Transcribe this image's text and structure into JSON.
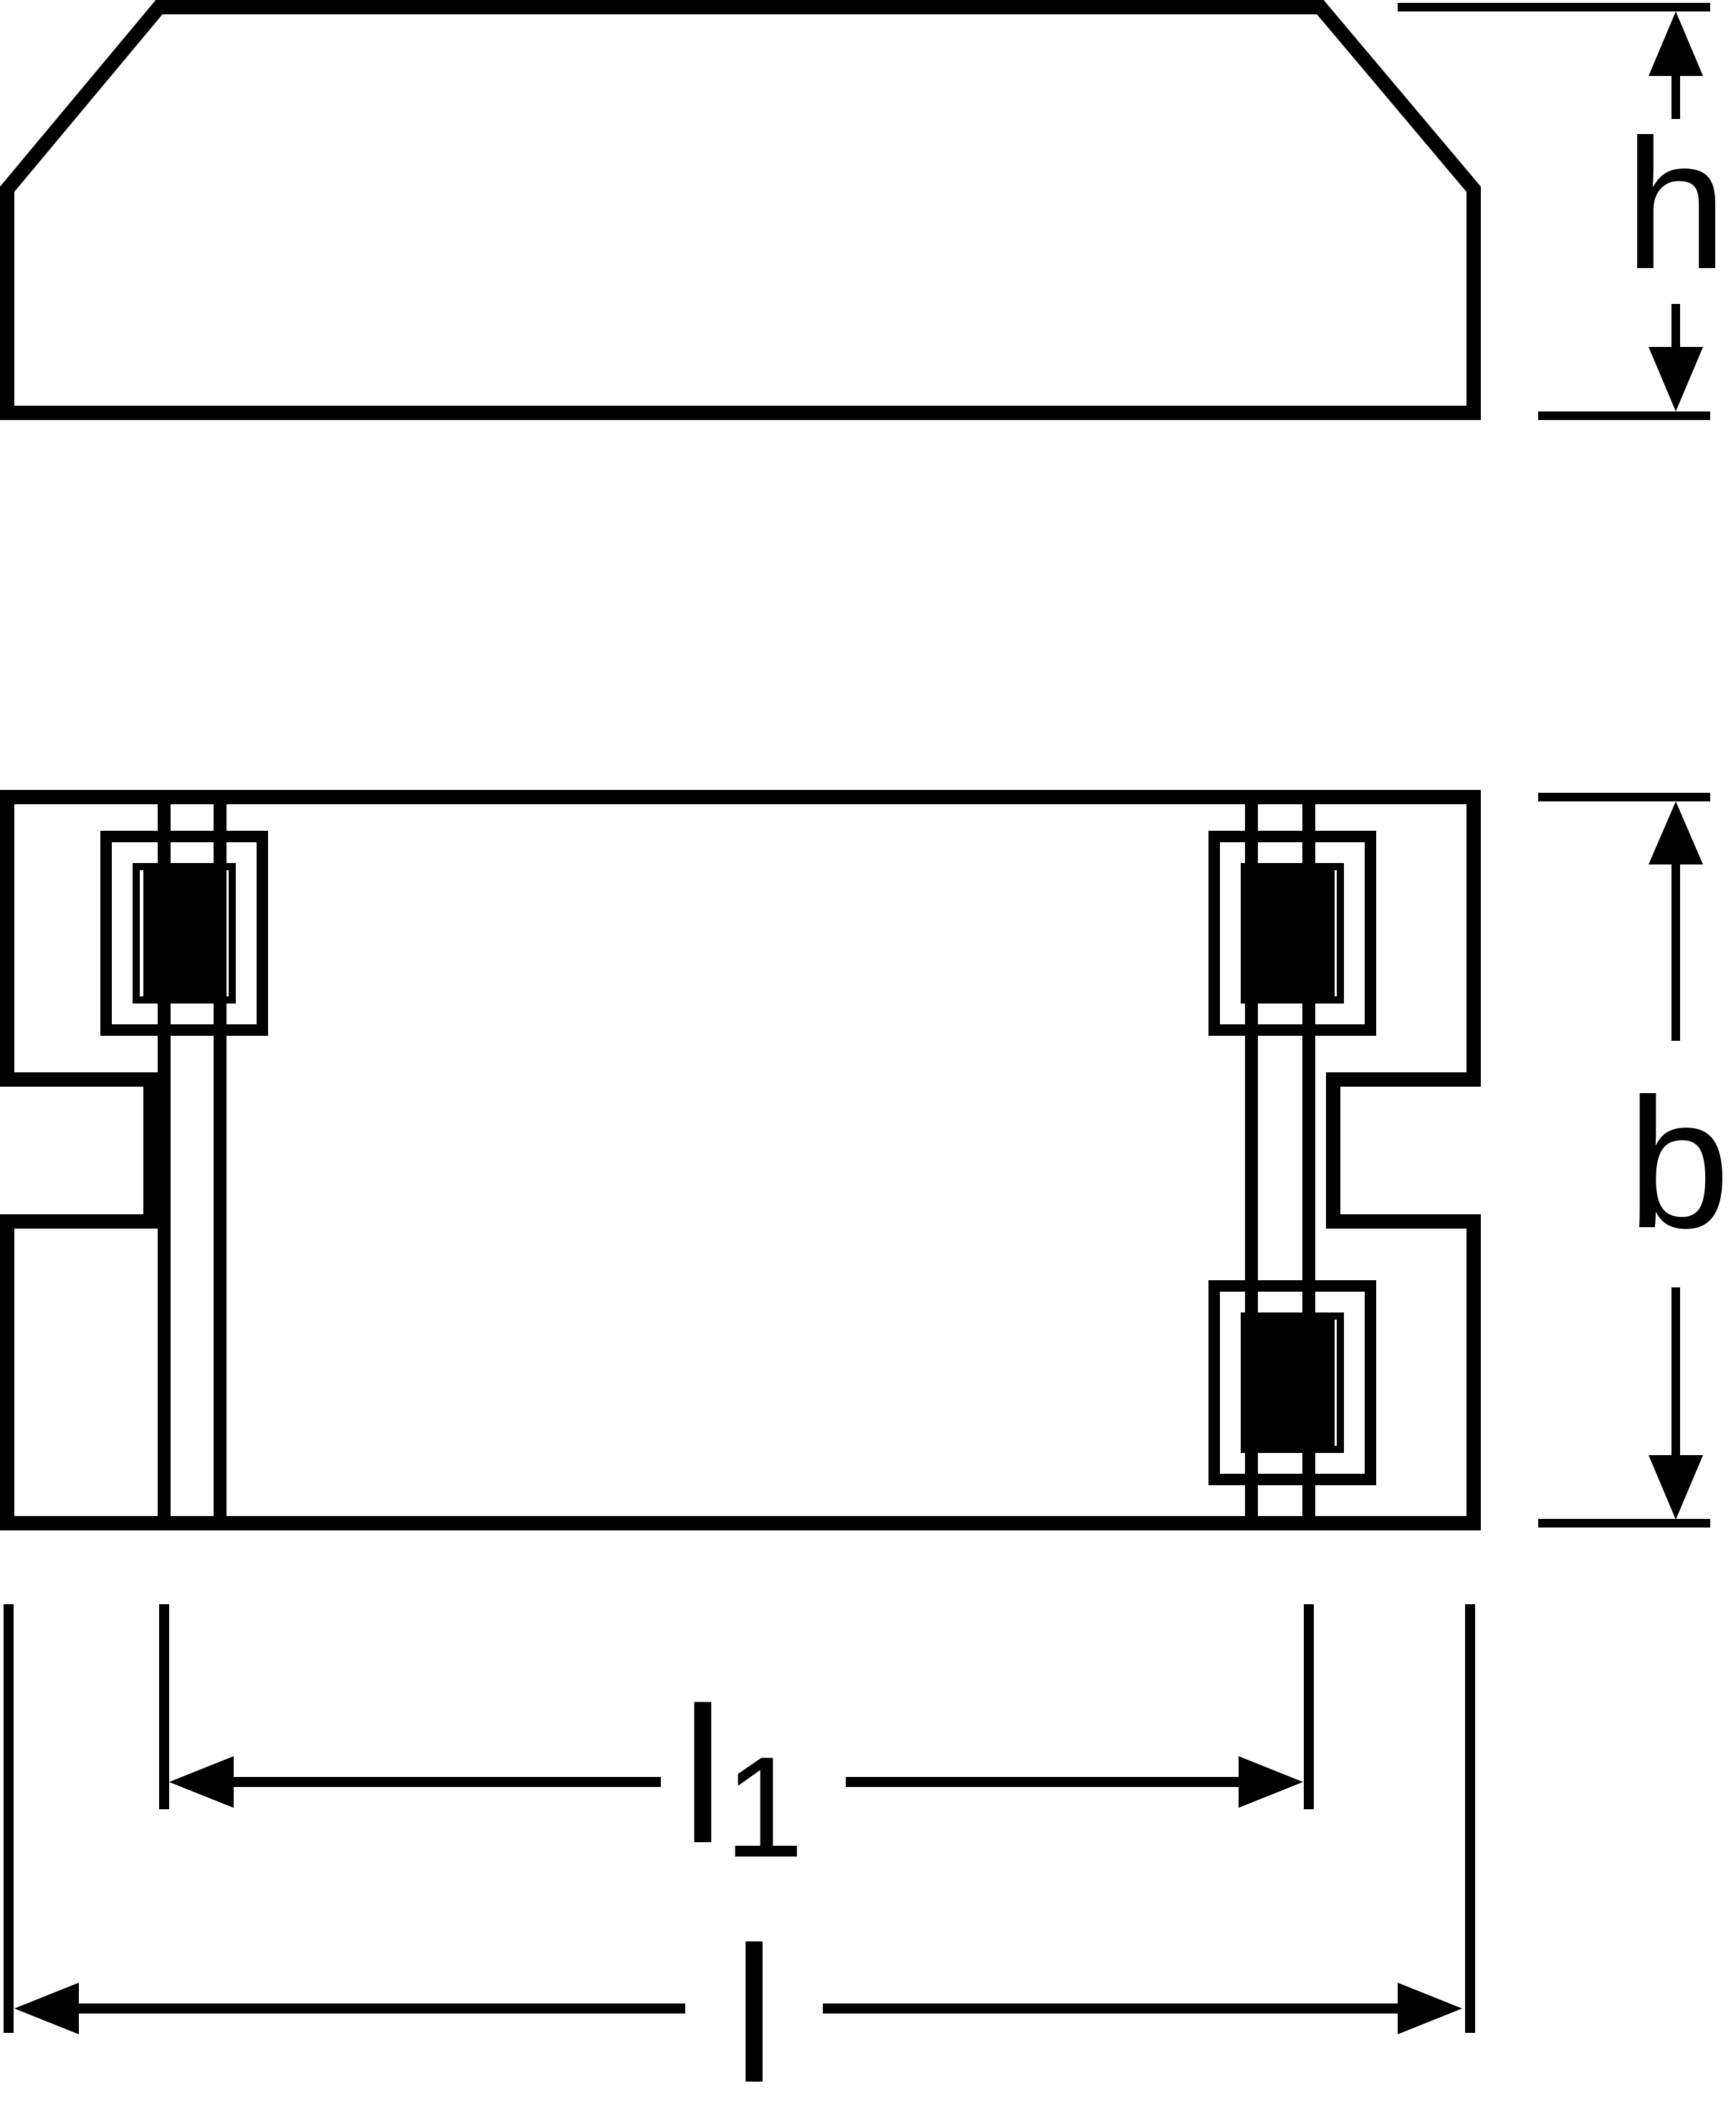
{
  "labels": {
    "height": "h",
    "width": "b",
    "mounting_length_base": "l",
    "mounting_length_subscript": "1",
    "length": "l"
  },
  "colors": {
    "stroke": "#000000",
    "background": "#ffffff"
  }
}
